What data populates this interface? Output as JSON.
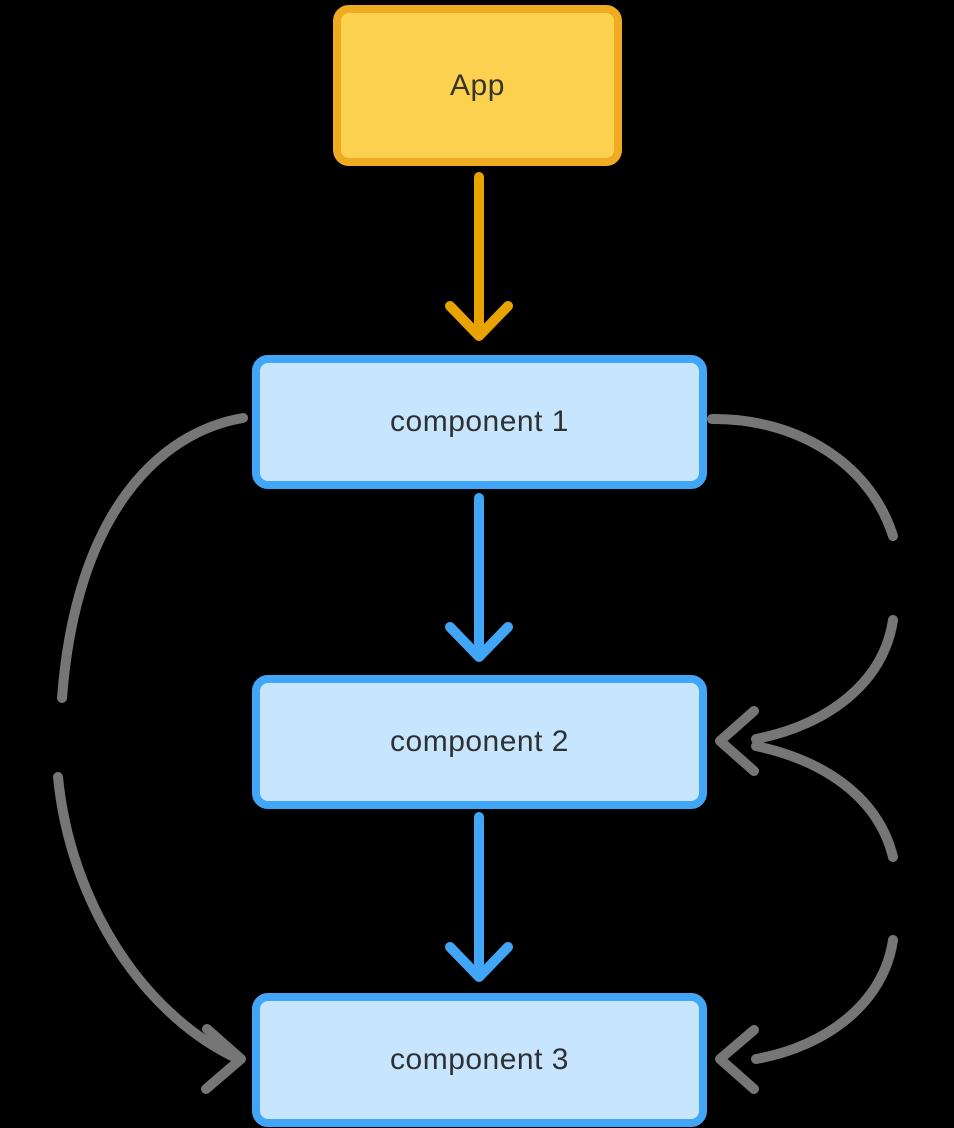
{
  "diagram": {
    "background_color": "#000000",
    "text_color": "#2F3033",
    "nodes": [
      {
        "id": "app",
        "label": "App",
        "fill": "#FCD150",
        "border": "#EFAB22"
      },
      {
        "id": "component-1",
        "label": "component 1",
        "fill": "#C7E5FD",
        "border": "#41A6F7"
      },
      {
        "id": "component-2",
        "label": "component 2",
        "fill": "#C7E5FD",
        "border": "#41A6F7"
      },
      {
        "id": "component-3",
        "label": "component 3",
        "fill": "#C7E5FD",
        "border": "#41A6F7"
      }
    ],
    "edges": [
      {
        "from": "App",
        "to": "component 1",
        "color": "#E9A301",
        "style": "straight-down",
        "arrowhead": "chevron-down"
      },
      {
        "from": "component 1",
        "to": "component 2",
        "color": "#41A6F7",
        "style": "straight-down",
        "arrowhead": "chevron-down"
      },
      {
        "from": "component 2",
        "to": "component 3",
        "color": "#41A6F7",
        "style": "straight-down",
        "arrowhead": "chevron-down"
      },
      {
        "from": "component 1",
        "to": "component 3",
        "color": "#767676",
        "style": "curved-left-side-with-gap",
        "arrowhead": "chevron-right"
      },
      {
        "from": "component 1",
        "to": "component 2",
        "color": "#767676",
        "style": "curved-right-side-with-gap",
        "arrowhead": "chevron-left"
      },
      {
        "from": "component 2",
        "to": "component 3",
        "color": "#767676",
        "style": "curved-right-side-with-gap",
        "arrowhead": "chevron-left"
      }
    ]
  }
}
